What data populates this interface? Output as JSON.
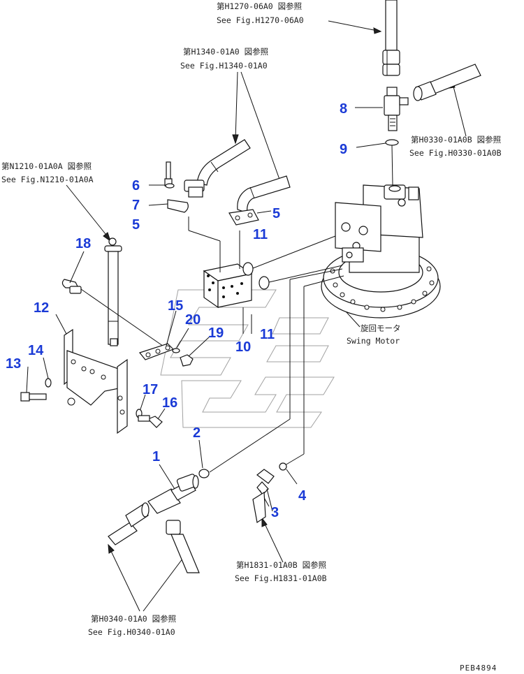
{
  "references": {
    "r1": {
      "jp": "第H1270-06A0 図参照",
      "en": "See Fig.H1270-06A0"
    },
    "r2": {
      "jp": "第H1340-01A0 図参照",
      "en": "See Fig.H1340-01A0"
    },
    "r3": {
      "jp": "第H0330-01A0B 図参照",
      "en": "See Fig.H0330-01A0B"
    },
    "r4": {
      "jp": "第N1210-01A0A 図参照",
      "en": "See Fig.N1210-01A0A"
    },
    "r5": {
      "jp": "第H1831-01A0B 図参照",
      "en": "See Fig.H1831-01A0B"
    },
    "r6": {
      "jp": "第H0340-01A0 図参照",
      "en": "See Fig.H0340-01A0"
    }
  },
  "swing_motor": {
    "jp": "旋回モータ",
    "en": "Swing Motor"
  },
  "part_numbers": {
    "p1": "1",
    "p2": "2",
    "p3": "3",
    "p4": "4",
    "p5a": "5",
    "p5b": "5",
    "p6": "6",
    "p7": "7",
    "p8": "8",
    "p9": "9",
    "p10": "10",
    "p11a": "11",
    "p11b": "11",
    "p12": "12",
    "p13": "13",
    "p14": "14",
    "p15": "15",
    "p16": "16",
    "p17": "17",
    "p18": "18",
    "p19": "19",
    "p20": "20"
  },
  "page_code": "PEB4894",
  "colors": {
    "callout": "#1a3ad6",
    "line": "#111111"
  }
}
